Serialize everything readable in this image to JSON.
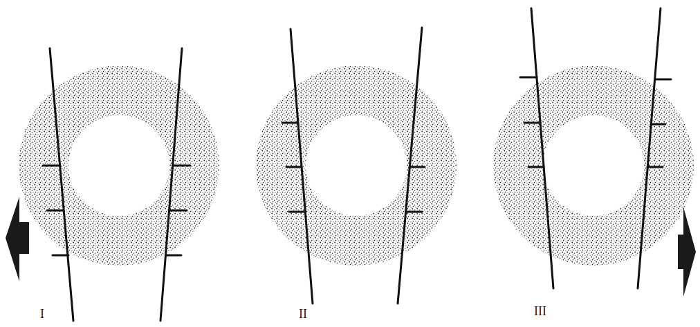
{
  "diagram": {
    "labels": [
      "I",
      "II",
      "III"
    ]
  }
}
